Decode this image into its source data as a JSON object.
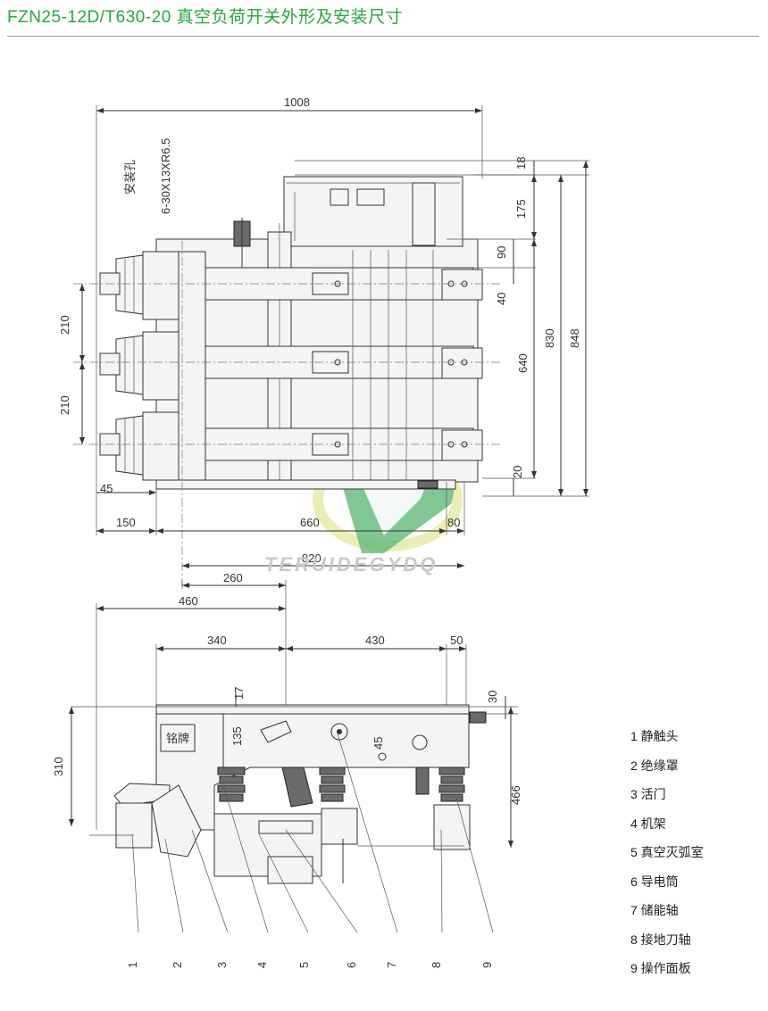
{
  "title": "FZN25-12D/T630-20 真空负荷开关外形及安装尺寸",
  "watermark": "TERUIDEGYDQ",
  "top_view": {
    "dims": {
      "overall_width": "1008",
      "hole_note": "安装孔",
      "hole_spec": "6-30X13XR6.5",
      "d18": "18",
      "d175": "175",
      "d90": "90",
      "d40": "40",
      "d830": "830",
      "d848": "848",
      "d640": "640",
      "d20": "20",
      "d210a": "210",
      "d210b": "210",
      "d45": "45",
      "d150": "150",
      "d660": "660",
      "d80": "80",
      "d820": "820"
    }
  },
  "side_view": {
    "dims": {
      "d260": "260",
      "d460": "460",
      "d340": "340",
      "d430": "430",
      "d50": "50",
      "d17": "17",
      "d30": "30",
      "d135": "135",
      "d45": "45",
      "d310": "310",
      "d466": "466"
    },
    "nameplate": "铭牌",
    "callouts": [
      "1",
      "2",
      "3",
      "4",
      "5",
      "6",
      "7",
      "8",
      "9"
    ]
  },
  "legend": [
    "1 静触头",
    "2 绝缘罩",
    "3 活门",
    "4 机架",
    "5 真空灭弧室",
    "6 导电筒",
    "7 储能轴",
    "8 接地刀轴",
    "9 操作面板"
  ],
  "colors": {
    "title": "#2aa63e",
    "logo_green": "#39a85a",
    "logo_yellow": "#d7dd6a"
  }
}
